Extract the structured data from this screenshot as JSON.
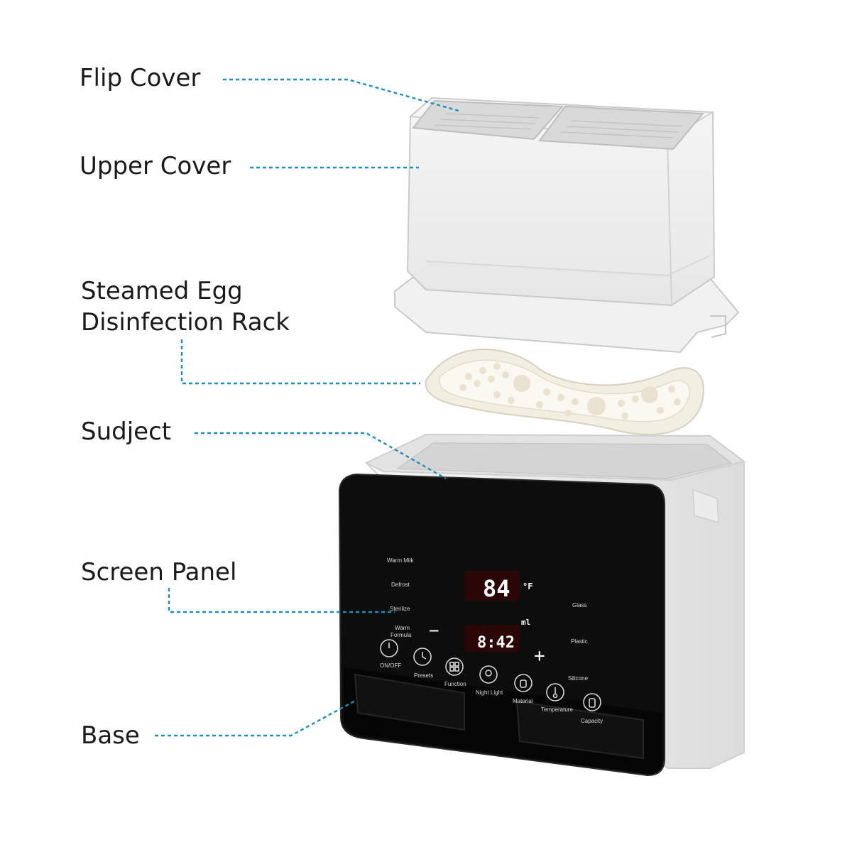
{
  "labels": {
    "flip_cover": "Flip Cover",
    "upper_cover": "Upper Cover",
    "rack_line1": "Steamed Egg",
    "rack_line2": "Disinfection Rack",
    "subject": "Sudject",
    "screen_panel": "Screen Panel",
    "base": "Base"
  },
  "panel": {
    "temp_value": "84",
    "temp_unit": "°F",
    "volume_unit": "ml",
    "time_value": "8:42",
    "minus": "−",
    "plus": "+",
    "modes": [
      "Warm Milk",
      "Defrost",
      "Sterilize",
      "Warm",
      "Formula"
    ],
    "materials": [
      "Glass",
      "Plastic",
      "Silicone"
    ],
    "buttons": [
      "ON/OFF",
      "Presets",
      "Function",
      "Night Light",
      "Material",
      "Temperature",
      "Capacity"
    ]
  },
  "colors": {
    "leader_line": "#1f8fb8",
    "panel_black": "#0d0d0d",
    "body_white": "#f2f2f2",
    "rack_cream": "#f3eee2"
  },
  "icons": [
    "power-icon",
    "clock-icon",
    "grid-icon",
    "bulb-icon",
    "bottle-icon",
    "thermometer-icon",
    "bottle-capacity-icon"
  ]
}
